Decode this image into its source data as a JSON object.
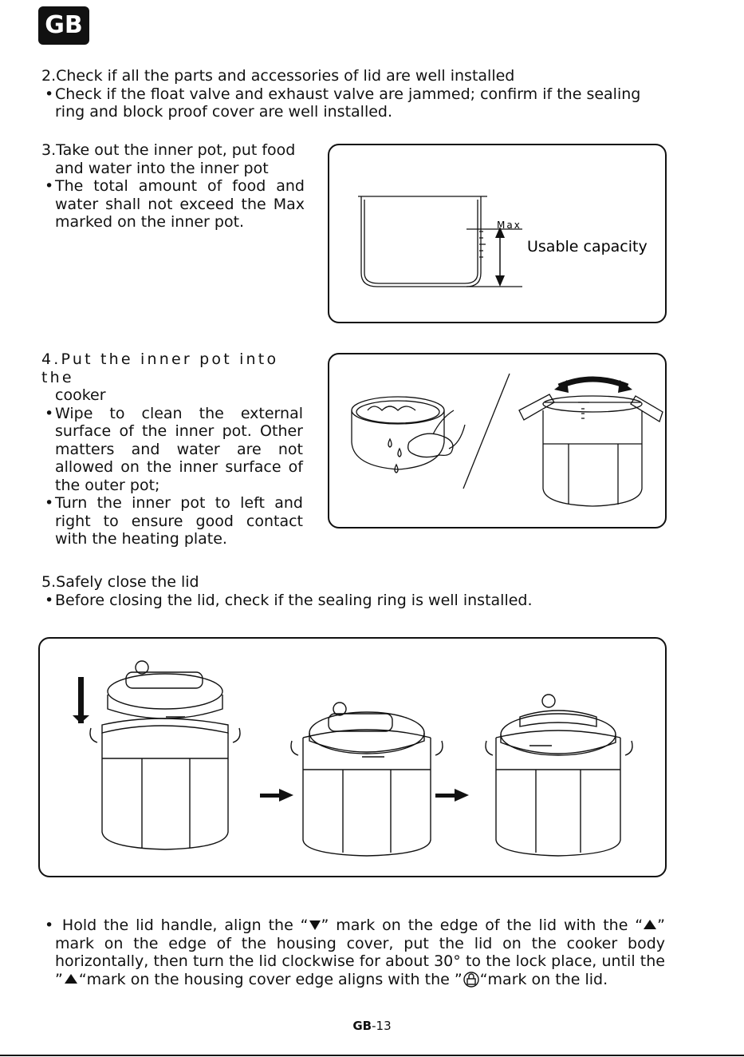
{
  "badge": "GB",
  "s2": {
    "title": "2.Check if all the parts and accessories of lid are well installed",
    "bullet": "Check if the float valve and exhaust valve are jammed; confirm if the sealing ring and block proof cover are well installed."
  },
  "s3": {
    "title1": "3.Take out the inner pot, put food",
    "title2": "and water into the inner pot",
    "bullet": "The total amount of food and water shall not exceed the Max marked on the inner pot.",
    "fig_max": "Max",
    "fig_caption": "Usable capacity"
  },
  "s4": {
    "title1": "4.Put the inner pot into the",
    "title2": "cooker",
    "bullet1": "Wipe to clean the external surface of the inner pot. Other matters and water are not allowed on the inner surface of the outer pot;",
    "bullet2": "Turn the inner pot to left and right to ensure good contact with the heating plate."
  },
  "s5": {
    "title": "5.Safely close the lid",
    "bullet": "Before closing the lid, check if the sealing ring is well installed."
  },
  "s6": {
    "p1": "Hold the lid handle, align the “",
    "p2": "”  mark on the edge of the lid with the “",
    "p3": "” mark on the edge of the housing cover, put the lid on the cooker body horizontally, then turn the lid clockwise for about 30°  to the lock place, until the ”",
    "p4": "“mark on the housing cover edge aligns with the ”",
    "p5": "“mark on the  lid."
  },
  "footer": {
    "prefix": "GB",
    "suffix": "-13"
  }
}
